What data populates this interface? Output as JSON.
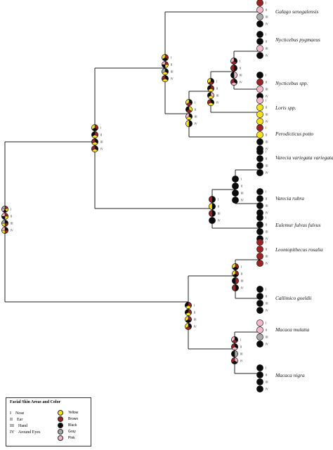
{
  "colors": {
    "Yellow": "#f7e11a",
    "Brown": "#9b2323",
    "Black": "#0a0a0a",
    "Gray": "#a8a8a8",
    "Pink": "#f2b8c8"
  },
  "roman": [
    "I",
    "II",
    "III",
    "IV"
  ],
  "legend": {
    "title": "Facial Skin Areas and Color",
    "areas": [
      {
        "num": "I",
        "label": "Nose"
      },
      {
        "num": "II",
        "label": "Ear"
      },
      {
        "num": "III",
        "label": "Hand"
      },
      {
        "num": "IV",
        "label": "Around Eyes"
      }
    ],
    "colors": [
      "Yellow",
      "Brown",
      "Black",
      "Gray",
      "Pink"
    ]
  },
  "taxa": [
    {
      "name": "Galago senegalensis",
      "states": [
        [
          "Brown"
        ],
        [
          "Pink"
        ],
        [
          "Gray"
        ],
        [
          "Black"
        ]
      ]
    },
    {
      "name": "Nycticebus pygmaeus",
      "states": [
        [
          "Black"
        ],
        [
          "Black"
        ],
        [
          "Pink"
        ],
        [
          "Black"
        ]
      ]
    },
    {
      "name": "Nycticebus spp.",
      "states": [
        [
          "Black"
        ],
        [
          "Brown"
        ],
        [
          "Pink"
        ],
        [
          "Black"
        ]
      ]
    },
    {
      "name": "Loris spp.",
      "states": [
        [
          "Pink"
        ],
        [
          "Yellow"
        ],
        [
          "Yellow"
        ],
        [
          "Yellow"
        ]
      ]
    },
    {
      "name": "Perodicticus potto",
      "states": [
        [
          "Brown"
        ],
        [
          "Yellow"
        ],
        [
          "Black"
        ],
        [
          "Black"
        ]
      ]
    },
    {
      "name": "Varecia variegata variegata",
      "states": [
        [
          "Black"
        ],
        [
          "Black"
        ],
        [
          "Black"
        ],
        [
          "Black"
        ]
      ]
    },
    {
      "name": "Varecia rubra",
      "states": [
        [
          "Black"
        ],
        [
          "Black"
        ],
        [
          "Black"
        ],
        [
          "Black"
        ]
      ]
    },
    {
      "name": "Eulemur fulvus fulvus",
      "states": [
        [
          "Black"
        ],
        [
          "Black"
        ],
        [
          "Black"
        ],
        [
          "Black"
        ]
      ]
    },
    {
      "name": "Leontopithecus rosalia",
      "states": [
        [
          "Brown"
        ],
        [
          "Brown"
        ],
        [
          "Brown"
        ],
        [
          "Brown"
        ]
      ]
    },
    {
      "name": "Callimico goeldii",
      "states": [
        [
          "Black"
        ],
        [
          "Black"
        ],
        [
          "Black"
        ],
        [
          "Black"
        ]
      ]
    },
    {
      "name": "Macaca mulatta",
      "states": [
        [
          "Pink"
        ],
        [
          "Pink"
        ],
        [
          "Gray"
        ],
        [
          "Black"
        ]
      ]
    },
    {
      "name": "Macaca nigra",
      "states": [
        [
          "Black"
        ],
        [
          "Black"
        ],
        [
          "Black"
        ],
        [
          "Black"
        ]
      ]
    }
  ],
  "internal_nodes": [
    {
      "id": "root",
      "states": [
        [
          "Brown",
          "Yellow",
          "Black",
          "Pink",
          "Gray"
        ],
        [
          "Brown",
          "Yellow",
          "Black",
          "Pink"
        ],
        [
          "Black",
          "Brown",
          "Yellow",
          "Gray"
        ],
        [
          "Black",
          "Brown",
          "Yellow",
          "Pink"
        ]
      ]
    },
    {
      "id": "strepsirrhini",
      "states": [
        [
          "Brown",
          "Black",
          "Yellow"
        ],
        [
          "Brown",
          "Yellow",
          "Black"
        ],
        [
          "Black",
          "Yellow",
          "Brown"
        ],
        [
          "Black",
          "Yellow",
          "Brown"
        ]
      ]
    },
    {
      "id": "lorisoidea",
      "states": [
        [
          "Brown",
          "Black",
          "Yellow"
        ],
        [
          "Brown",
          "Yellow",
          "Black",
          "Pink"
        ],
        [
          "Black",
          "Yellow",
          "Gray"
        ],
        [
          "Black",
          "Yellow",
          "Brown"
        ]
      ]
    },
    {
      "id": "lorisidae",
      "states": [
        [
          "Black",
          "Brown",
          "Yellow"
        ],
        [
          "Yellow",
          "Brown",
          "Black"
        ],
        [
          "Black",
          "Yellow",
          "Pink"
        ],
        [
          "Black",
          "Yellow"
        ]
      ]
    },
    {
      "id": "slow-loris-loris",
      "states": [
        [
          "Black",
          "Brown",
          "Yellow"
        ],
        [
          "Brown",
          "Yellow",
          "Black"
        ],
        [
          "Pink",
          "Yellow",
          "Black"
        ],
        [
          "Black",
          "Yellow",
          "Brown"
        ]
      ]
    },
    {
      "id": "nycticebus",
      "states": [
        [
          "Black",
          "Brown",
          "Pink"
        ],
        [
          "Black",
          "Brown"
        ],
        [
          "Pink",
          "Black"
        ],
        [
          "Black",
          "Pink",
          "Brown"
        ]
      ]
    },
    {
      "id": "lemuridae",
      "states": [
        [
          "Black",
          "Brown"
        ],
        [
          "Black",
          "Yellow"
        ],
        [
          "Black",
          "Brown"
        ],
        [
          "Black"
        ]
      ]
    },
    {
      "id": "varecia",
      "states": [
        [
          "Black"
        ],
        [
          "Black"
        ],
        [
          "Black"
        ],
        [
          "Black"
        ]
      ]
    },
    {
      "id": "anthropoidea",
      "states": [
        [
          "Brown",
          "Yellow",
          "Black"
        ],
        [
          "Brown",
          "Yellow",
          "Black"
        ],
        [
          "Brown",
          "Black",
          "Yellow"
        ],
        [
          "Black",
          "Brown",
          "Yellow"
        ]
      ]
    },
    {
      "id": "callitrichidae",
      "states": [
        [
          "Brown",
          "Black",
          "Yellow"
        ],
        [
          "Brown",
          "Black",
          "Yellow"
        ],
        [
          "Brown",
          "Black"
        ],
        [
          "Black",
          "Brown"
        ]
      ]
    },
    {
      "id": "macaca",
      "states": [
        [
          "Black",
          "Brown",
          "Pink"
        ],
        [
          "Black",
          "Pink",
          "Brown"
        ],
        [
          "Gray",
          "Black"
        ],
        [
          "Pink",
          "Black",
          "Brown"
        ]
      ]
    }
  ]
}
